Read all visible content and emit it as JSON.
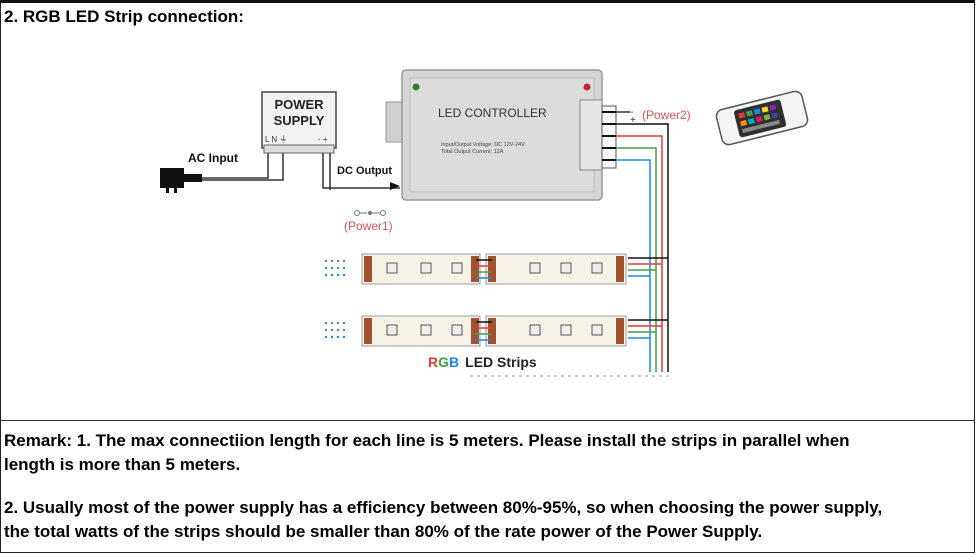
{
  "heading": "2. RGB LED Strip connection:",
  "diagram": {
    "power_supply": {
      "line1": "POWER",
      "line2": "SUPPLY",
      "terminals_left": "L N ⏚",
      "terminals_right": "- +"
    },
    "ac_input": "AC Input",
    "dc_output": "DC Output",
    "controller": {
      "title": "LED CONTROLLER",
      "spec1": "Input/Output Voltage: DC 12V-24V",
      "spec2": "Total Output Current: 12A"
    },
    "power1": "(Power1)",
    "power2": "(Power2)",
    "strips_label_r": "R",
    "strips_label_g": "G",
    "strips_label_b": "B",
    "strips_label_rest": "LED Strips"
  },
  "remark1_line1": "Remark: 1.  The max connectiion length for each line is 5 meters. Please install the strips in parallel when",
  "remark1_line2": "length is more than 5 meters.",
  "remark2_line1": "2. Usually most of the power supply has a efficiency between 80%-95%, so when choosing the power supply,",
  "remark2_line2": "the total watts of the strips should be smaller than 80% of the rate power of the Power Supply."
}
